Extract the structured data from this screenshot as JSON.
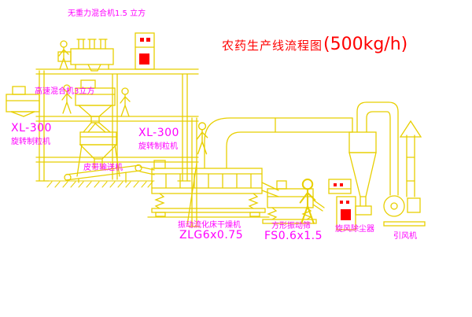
{
  "colors": {
    "line": "#e8cf00",
    "label": "#ff00ff",
    "title": "#ff0000",
    "cabinet_mark": "#ff0000",
    "background": "#ffffff"
  },
  "title": {
    "text": "农药生产线流程图",
    "capacity": "(500kg/h)"
  },
  "equipment_labels": {
    "gravity_mixer": "无重力混合机1.5 立方",
    "high_speed_mixer": "高速混合机3立方",
    "granulator_left": {
      "model": "XL-300",
      "name": "旋转制粒机"
    },
    "granulator_mid": {
      "model": "XL-300",
      "name": "旋转制粒机"
    },
    "belt_conveyor": "皮带输送机",
    "fluid_bed_dryer": {
      "name": "振动流化床干燥机",
      "model": "ZLG6x0.75"
    },
    "vibrating_screen": {
      "name": "方形振动筛",
      "model": "FS0.6x1.5"
    },
    "cyclone": "旋风除尘器",
    "fan": "引风机"
  }
}
